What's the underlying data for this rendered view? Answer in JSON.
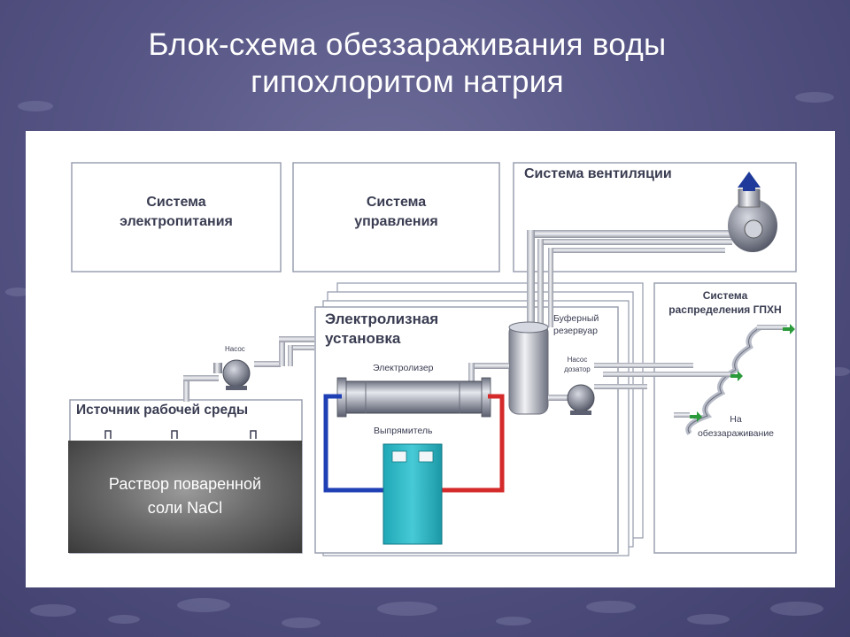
{
  "slide": {
    "title_line1": "Блок-схема обеззараживания воды",
    "title_line2": "гипохлоритом натрия"
  },
  "diagram": {
    "power_system": {
      "line1": "Система",
      "line2": "электропитания"
    },
    "control_system": {
      "line1": "Система",
      "line2": "управления"
    },
    "ventilation_system": "Система вентиляции",
    "electrolysis_unit": {
      "line1": "Электролизная",
      "line2": "установка"
    },
    "electrolyzer": "Электролизер",
    "rectifier": "Выпрямитель",
    "buffer_tank": {
      "line1": "Буферный",
      "line2": "резервуар"
    },
    "dosing_pump": {
      "line1": "Насос",
      "line2": "дозатор"
    },
    "pump": "Насос",
    "distribution_system": {
      "line1": "Система",
      "line2": "распределения ГПХН"
    },
    "disinfection_output": {
      "line1": "На",
      "line2": "обеззараживание"
    },
    "working_medium_source": "Источник рабочей среды",
    "salt_solution": {
      "line1": "Раствор поваренной",
      "line2": "соли NaCl"
    }
  },
  "colors": {
    "background": "#555484",
    "pipe": "#c9ccd6",
    "box_border": "#9aa0b0",
    "hot_wire": "#d42a2a",
    "cold_wire": "#1f3fb5",
    "rectifier": "#2bb9c7",
    "arrow": "#2a9a3a",
    "vent_arrow": "#1f3a9a"
  }
}
